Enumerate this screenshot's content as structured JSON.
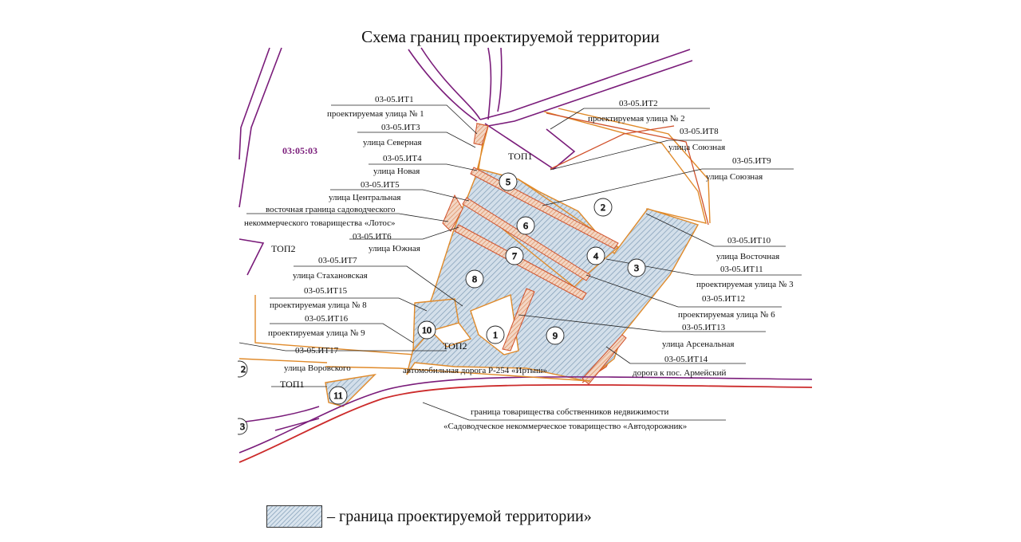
{
  "title": "Схема границ проектируемой территории",
  "legend": {
    "text": "– граница проектируемой территории»"
  },
  "zone_code": "03:05:03",
  "labels": {
    "it1_code": "03-05.ИТ1",
    "it1_name": "проектируемая улица № 1",
    "it2_code": "03-05.ИТ2",
    "it2_name": "проектируемая улица № 2",
    "it3_code": "03-05.ИТ3",
    "it3_name": "улица Северная",
    "it8_code": "03-05.ИТ8",
    "it8_name": "улица Союзная",
    "it4_code": "03-05.ИТ4",
    "it4_name": "улица Новая",
    "it9_code": "03-05.ИТ9",
    "it9_name": "улица Союзная",
    "it5_code": "03-05.ИТ5",
    "it5_name": "улица Центральная",
    "lotos_1": "восточная граница садоводческого",
    "lotos_2": "некоммерческого товарищества «Лотос»",
    "it6_code": "03-05.ИТ6",
    "it6_name": "улица Южная",
    "it7_code": "03-05.ИТ7",
    "it7_name": "улица Стахановская",
    "it15_code": "03-05.ИТ15",
    "it15_name": "проектируемая улица № 8",
    "it16_code": "03-05.ИТ16",
    "it16_name": "проектируемая улица № 9",
    "it17_code": "03-05.ИТ17",
    "it17_name": "улица Воровского",
    "it10_code": "03-05.ИТ10",
    "it10_name": "улица Восточная",
    "it11_code": "03-05.ИТ11",
    "it11_name": "проектируемая улица № 3",
    "it12_code": "03-05.ИТ12",
    "it12_name": "проектируемая улица № 6",
    "it13_code": "03-05.ИТ13",
    "it13_name": "улица Арсенальная",
    "it14_code": "03-05.ИТ14",
    "it14_name": "дорога к пос. Армейский",
    "road": "автомобильная дорога Р-254 «Иртыш»",
    "partnership_1": "граница товарищества собственников недвижимости",
    "partnership_2": "«Садоводческое некоммерческое товарищество «Автодорожник»",
    "top1_a": "ТОП1",
    "top1_b": "ТОП1",
    "top2_a": "ТОП2",
    "top2_b": "ТОП2"
  },
  "parcels": [
    "1",
    "2",
    "3",
    "4",
    "5",
    "6",
    "7",
    "8",
    "9",
    "10",
    "11"
  ],
  "edge_markers": [
    "2",
    "3"
  ],
  "colors": {
    "boundary_orange": "#e08a2a",
    "road_red": "#cc2b2b",
    "road_purple": "#7a1c7a",
    "hatch_fill": "#c9d7e4",
    "hatch_line": "#7f9bb5"
  }
}
